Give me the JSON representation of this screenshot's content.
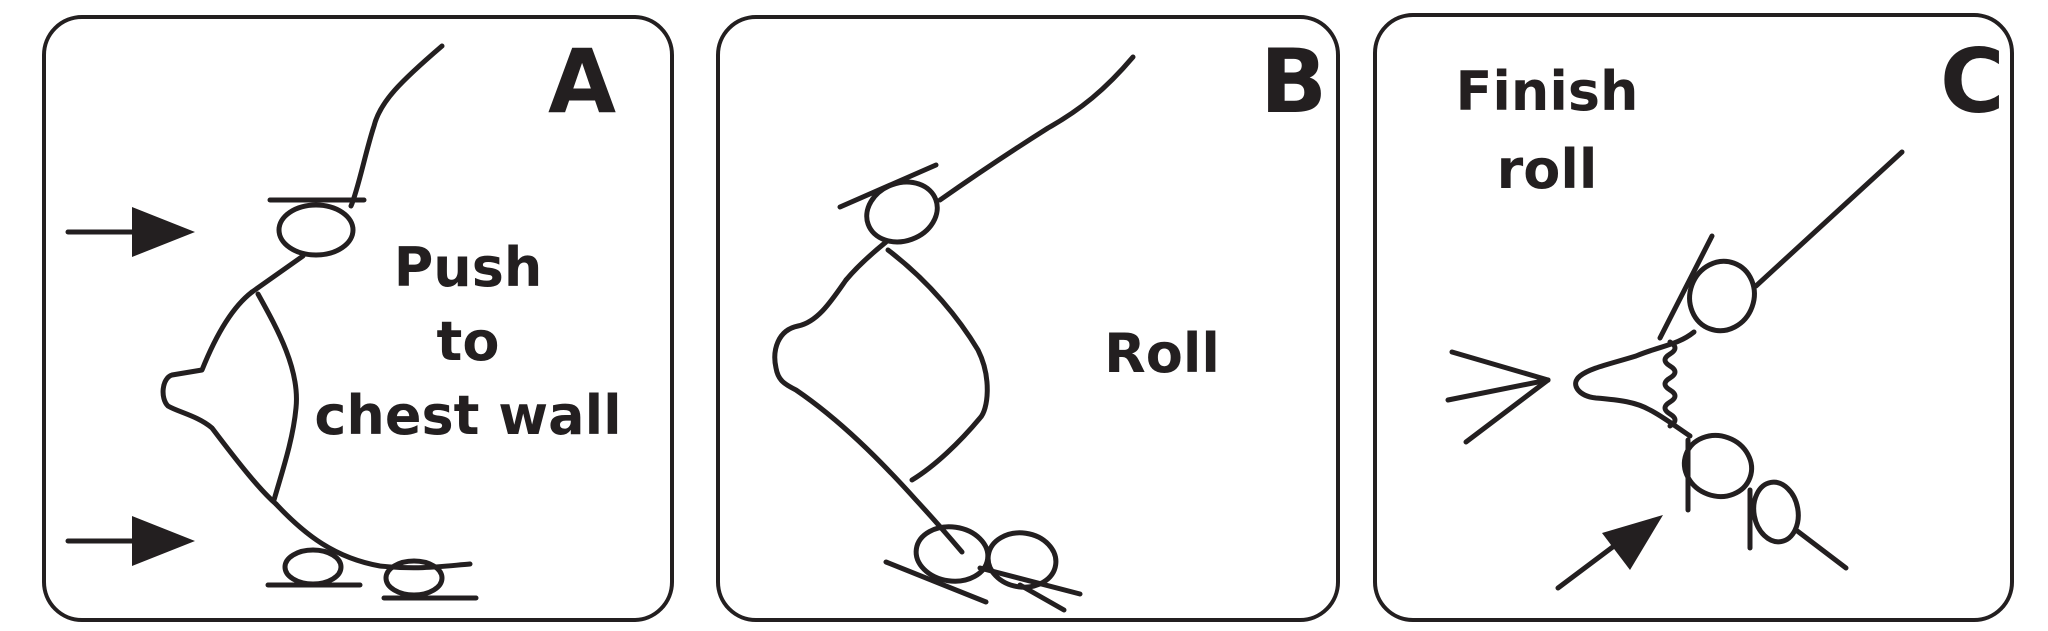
{
  "panels": [
    {
      "id": "A",
      "label": "A",
      "caption_lines": [
        "Push",
        "to",
        "chest wall"
      ],
      "icons": [
        "push-arrow-icon",
        "push-arrow-icon"
      ]
    },
    {
      "id": "B",
      "label": "B",
      "caption_lines": [
        "Roll"
      ],
      "icons": []
    },
    {
      "id": "C",
      "label": "C",
      "caption_lines": [
        "Finish",
        "roll"
      ],
      "icons": [
        "wedge-arrow-icon",
        "push-arrow-icon"
      ]
    }
  ],
  "colors": {
    "ink": "#231f20",
    "background": "#ffffff"
  }
}
